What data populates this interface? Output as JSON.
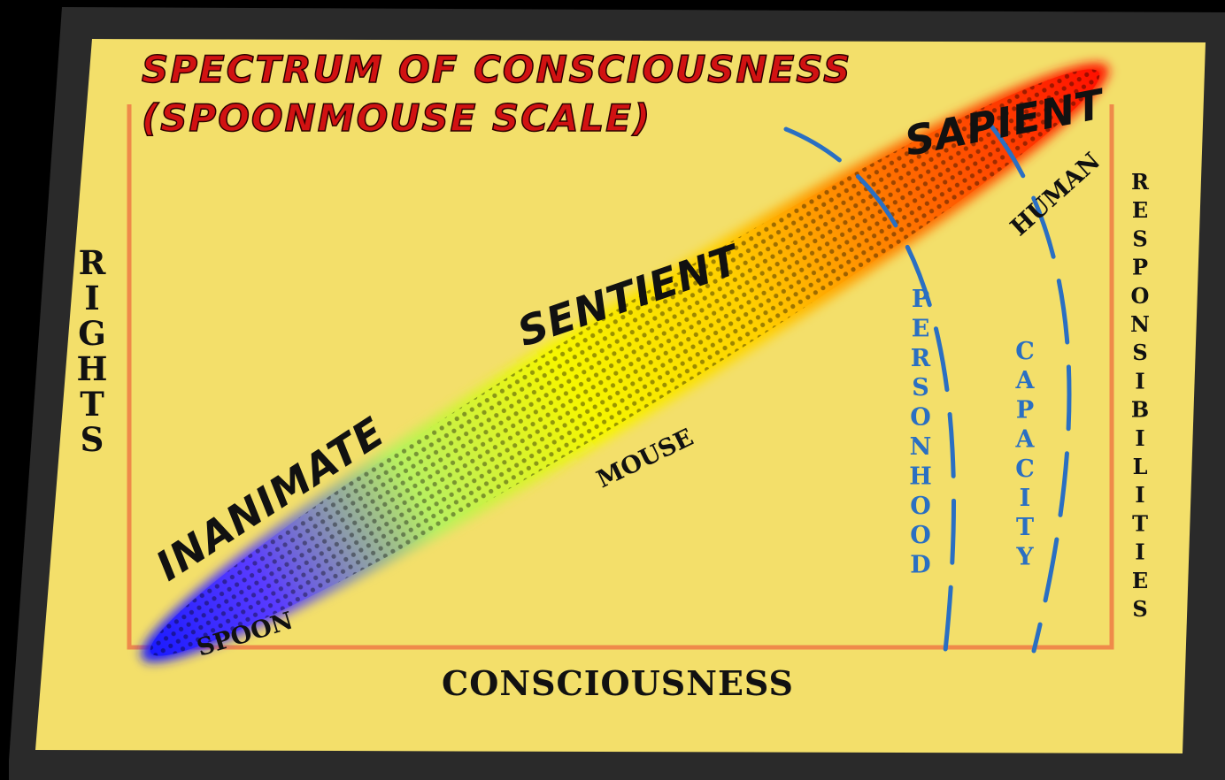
{
  "title": {
    "line1": "SPECTRUM OF CONSCIOUSNESS",
    "line2": "(SPOONMOUSE SCALE)"
  },
  "axes": {
    "x_label": "CONSCIOUSNESS",
    "y_left_label": "RIGHTS",
    "y_right_label": "RESPONSIBILITIES"
  },
  "stages": {
    "inanimate": "INANIMATE",
    "sentient": "SENTIENT",
    "sapient": "SAPIENT"
  },
  "examples": {
    "spoon": "SPOON",
    "mouse": "MOUSE",
    "human": "HUMAN"
  },
  "thresholds": {
    "personhood": "PERSONHOOD",
    "capacity": "CAPACITY"
  },
  "colors": {
    "panel": "#f3df6a",
    "frame": "#2a2a2a",
    "axis": "#ef8a4a",
    "title": "#d11212",
    "threshold": "#2a6fc2",
    "spectrum_start": "#2020ff",
    "spectrum_mid": "#f4f400",
    "spectrum_end": "#ff1a00"
  }
}
